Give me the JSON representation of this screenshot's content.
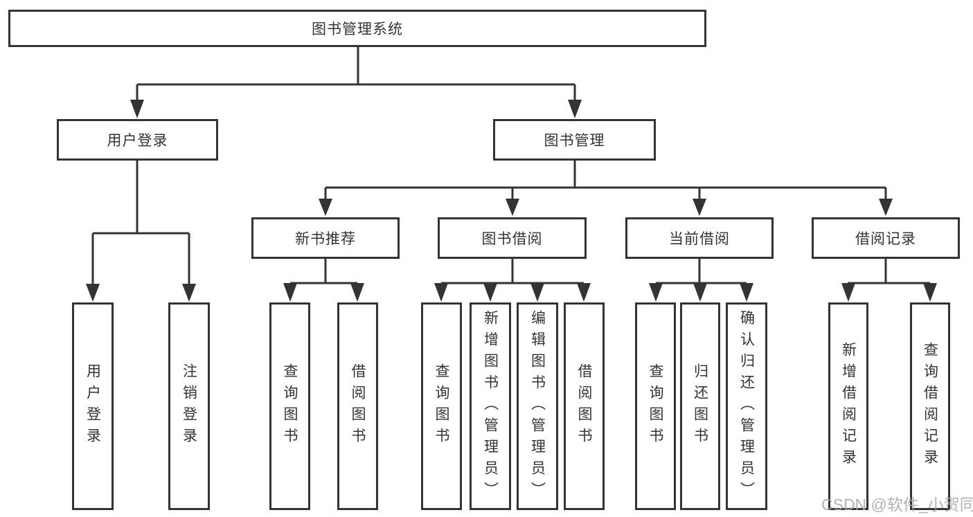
{
  "tree": {
    "root": "图书管理系统",
    "branches": [
      {
        "label": "用户登录",
        "children": [
          {
            "label": "用户登录"
          },
          {
            "label": "注销登录"
          }
        ]
      },
      {
        "label": "图书管理",
        "children": [
          {
            "label": "新书推荐",
            "children": [
              {
                "label": "查询图书"
              },
              {
                "label": "借阅图书"
              }
            ]
          },
          {
            "label": "图书借阅",
            "children": [
              {
                "label": "查询图书"
              },
              {
                "label": "新增图书（管理员）"
              },
              {
                "label": "编辑图书（管理员）"
              },
              {
                "label": "借阅图书"
              }
            ]
          },
          {
            "label": "当前借阅",
            "children": [
              {
                "label": "查询图书"
              },
              {
                "label": "归还图书"
              },
              {
                "label": "确认归还（管理员）"
              }
            ]
          },
          {
            "label": "借阅记录",
            "children": [
              {
                "label": "新增借阅记录"
              },
              {
                "label": "查询借阅记录"
              }
            ]
          }
        ]
      }
    ]
  },
  "watermark": "CSDN @软件_小贺同学",
  "colors": {
    "line": "#333333",
    "box_border": "#333333",
    "box_bg": "#ffffff",
    "text": "#333333",
    "watermark": "#a4a4a4"
  }
}
